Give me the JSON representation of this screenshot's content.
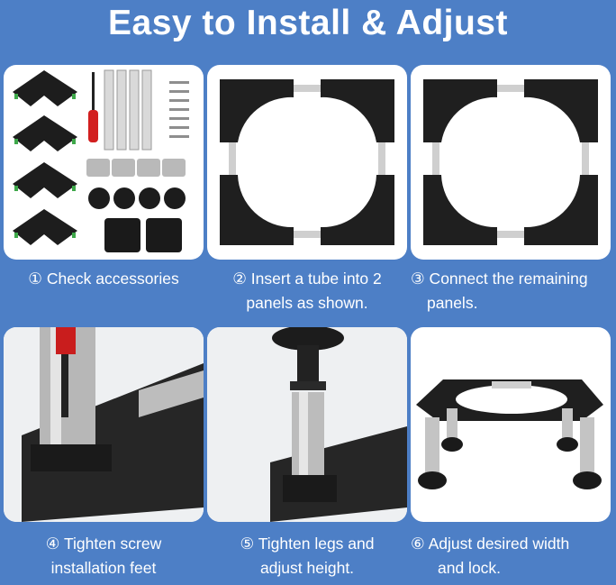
{
  "title": "Easy to Install & Adjust",
  "steps": [
    {
      "line1": "① Check accessories",
      "line2": ""
    },
    {
      "line1": "② Insert a tube into 2",
      "line2": "panels as shown."
    },
    {
      "line1": "③ Connect the remaining",
      "line2": "panels."
    },
    {
      "line1": "④ Tighten screw",
      "line2": "installation feet"
    },
    {
      "line1": "⑤ Tighten legs and",
      "line2": "adjust height."
    },
    {
      "line1": "⑥ Adjust desired width",
      "line2": "and lock."
    }
  ]
}
